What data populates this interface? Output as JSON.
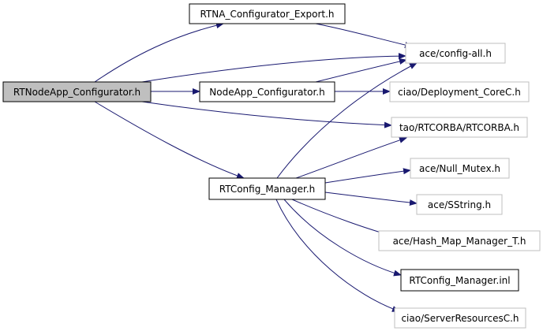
{
  "colors": {
    "edge": "#191970",
    "node_border_strong": "#000000",
    "node_border_weak": "#bfbfbf",
    "root_fill": "#bfbfbf",
    "node_fill": "#ffffff"
  },
  "nodes": {
    "root": "RTNodeApp_Configurator.h",
    "rtna_export": "RTNA_Configurator_Export.h",
    "config_all": "ace/config-all.h",
    "nodeapp_config": "NodeApp_Configurator.h",
    "deployment_corec": "ciao/Deployment_CoreC.h",
    "rtcorba": "tao/RTCORBA/RTCORBA.h",
    "rtconfig_manager": "RTConfig_Manager.h",
    "null_mutex": "ace/Null_Mutex.h",
    "sstring": "ace/SString.h",
    "hash_map": "ace/Hash_Map_Manager_T.h",
    "rtconfig_inl": "RTConfig_Manager.inl",
    "server_resources": "ciao/ServerResourcesC.h"
  },
  "edges": [
    {
      "from": "RTNodeApp_Configurator.h",
      "to": "RTNA_Configurator_Export.h"
    },
    {
      "from": "RTNodeApp_Configurator.h",
      "to": "ace/config-all.h"
    },
    {
      "from": "RTNodeApp_Configurator.h",
      "to": "NodeApp_Configurator.h"
    },
    {
      "from": "RTNodeApp_Configurator.h",
      "to": "tao/RTCORBA/RTCORBA.h"
    },
    {
      "from": "RTNodeApp_Configurator.h",
      "to": "RTConfig_Manager.h"
    },
    {
      "from": "RTNA_Configurator_Export.h",
      "to": "ace/config-all.h"
    },
    {
      "from": "NodeApp_Configurator.h",
      "to": "ace/config-all.h"
    },
    {
      "from": "NodeApp_Configurator.h",
      "to": "ciao/Deployment_CoreC.h"
    },
    {
      "from": "RTConfig_Manager.h",
      "to": "ace/config-all.h"
    },
    {
      "from": "RTConfig_Manager.h",
      "to": "tao/RTCORBA/RTCORBA.h"
    },
    {
      "from": "RTConfig_Manager.h",
      "to": "ace/Null_Mutex.h"
    },
    {
      "from": "RTConfig_Manager.h",
      "to": "ace/SString.h"
    },
    {
      "from": "RTConfig_Manager.h",
      "to": "ace/Hash_Map_Manager_T.h"
    },
    {
      "from": "RTConfig_Manager.h",
      "to": "RTConfig_Manager.inl"
    },
    {
      "from": "RTConfig_Manager.h",
      "to": "ciao/ServerResourcesC.h"
    }
  ]
}
